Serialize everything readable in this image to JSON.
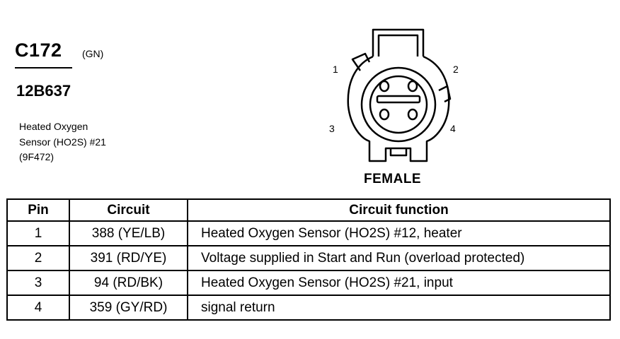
{
  "connector": {
    "id": "C172",
    "color_code": "(GN)",
    "part_number": "12B637",
    "description": [
      "Heated Oxygen",
      "Sensor (HO2S) #21",
      "(9F472)"
    ]
  },
  "drawing": {
    "pin_labels": [
      "1",
      "2",
      "3",
      "4"
    ],
    "gender": "FEMALE"
  },
  "table": {
    "headers": [
      "Pin",
      "Circuit",
      "Circuit function"
    ],
    "rows": [
      {
        "pin": "1",
        "circuit": "388 (YE/LB)",
        "function": "Heated Oxygen Sensor (HO2S) #12, heater"
      },
      {
        "pin": "2",
        "circuit": "391 (RD/YE)",
        "function": "Voltage supplied in Start and Run (overload protected)"
      },
      {
        "pin": "3",
        "circuit": "94 (RD/BK)",
        "function": "Heated Oxygen Sensor (HO2S) #21, input"
      },
      {
        "pin": "4",
        "circuit": "359 (GY/RD)",
        "function": "signal return"
      }
    ]
  }
}
